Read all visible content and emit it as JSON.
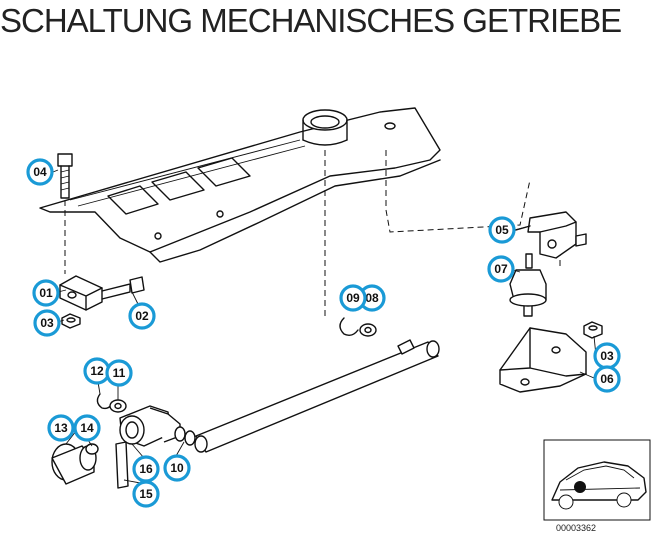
{
  "title": "SCHALTUNG MECHANISCHES GETRIEBE",
  "reference_code": "00003362",
  "callout_color": "#1a9ad6",
  "callouts": [
    {
      "label": "04"
    },
    {
      "label": "01"
    },
    {
      "label": "03"
    },
    {
      "label": "02"
    },
    {
      "label": "09"
    },
    {
      "label": "08"
    },
    {
      "label": "05"
    },
    {
      "label": "07"
    },
    {
      "label": "03"
    },
    {
      "label": "06"
    },
    {
      "label": "12"
    },
    {
      "label": "11"
    },
    {
      "label": "13"
    },
    {
      "label": "14"
    },
    {
      "label": "16"
    },
    {
      "label": "10"
    },
    {
      "label": "15"
    }
  ]
}
